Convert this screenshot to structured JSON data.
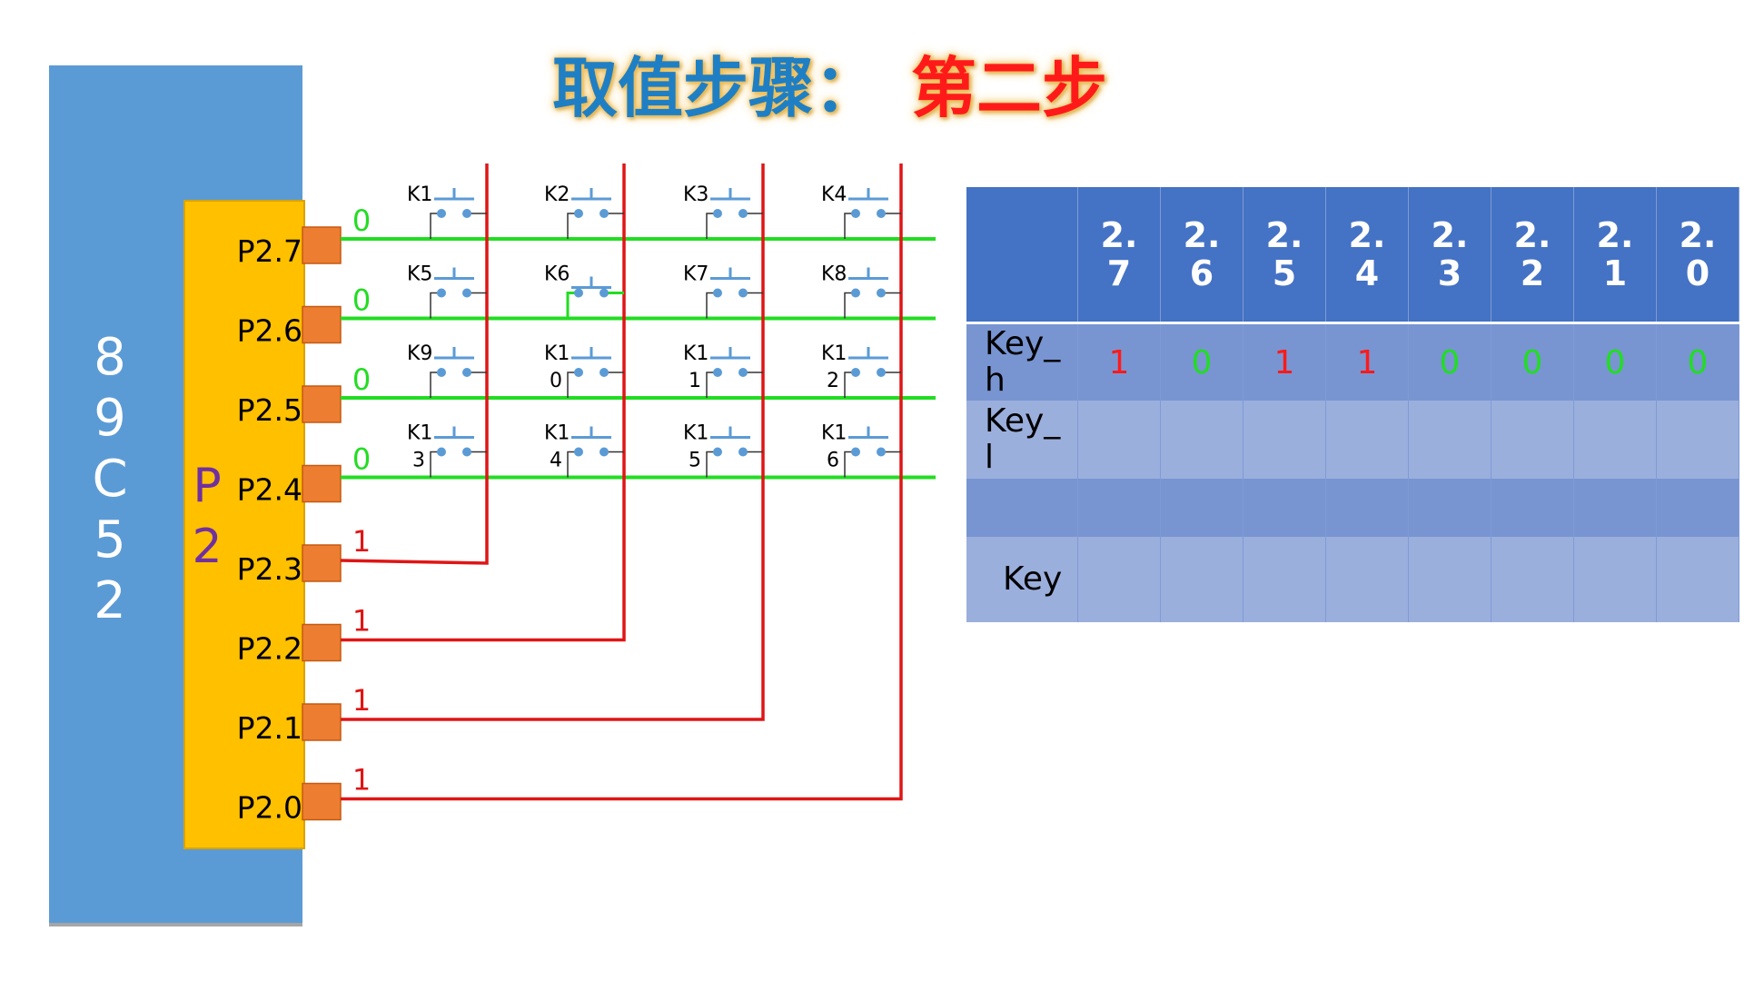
{
  "title": {
    "main": "取值步骤：",
    "step": "第二步"
  },
  "chip": {
    "label_chars": [
      "8",
      "9",
      "C",
      "5",
      "2"
    ],
    "port_chars": [
      "P",
      "2"
    ],
    "pins": [
      "P2.7",
      "P2.6",
      "P2.5",
      "P2.4",
      "P2.3",
      "P2.2",
      "P2.1",
      "P2.0"
    ],
    "pin_levels": [
      "0",
      "0",
      "0",
      "0",
      "1",
      "1",
      "1",
      "1"
    ]
  },
  "keys": [
    [
      "K1",
      "K2",
      "K3",
      "K4"
    ],
    [
      "K5",
      "K6",
      "K7",
      "K8"
    ],
    [
      "K9",
      "K1|0",
      "K1|1",
      "K1|2"
    ],
    [
      "K1|3",
      "K1|4",
      "K1|5",
      "K1|6"
    ]
  ],
  "pressed_key": "K6",
  "colors": {
    "chip_blue": "#5b9bd5",
    "port_yellow": "#ffc000",
    "pin_orange": "#ed7d31",
    "row_line_green": "#22dd22",
    "col_line_red": "#e01515",
    "port_label_purple": "#7030a0",
    "header_blue": "#4472c4"
  },
  "table": {
    "headers": [
      "2.|7",
      "2.|6",
      "2.|5",
      "2.|4",
      "2.|3",
      "2.|2",
      "2.|1",
      "2.|0"
    ],
    "rows": [
      {
        "label": "Key_|h",
        "values": [
          "1",
          "0",
          "1",
          "1",
          "0",
          "0",
          "0",
          "0"
        ]
      },
      {
        "label": "Key_|l",
        "values": [
          "",
          "",
          "",
          "",
          "",
          "",
          "",
          ""
        ]
      },
      {
        "label": "",
        "values": [
          "",
          "",
          "",
          "",
          "",
          "",
          "",
          ""
        ]
      },
      {
        "label": "Key",
        "values": [
          "",
          "",
          "",
          "",
          "",
          "",
          "",
          ""
        ]
      }
    ]
  }
}
